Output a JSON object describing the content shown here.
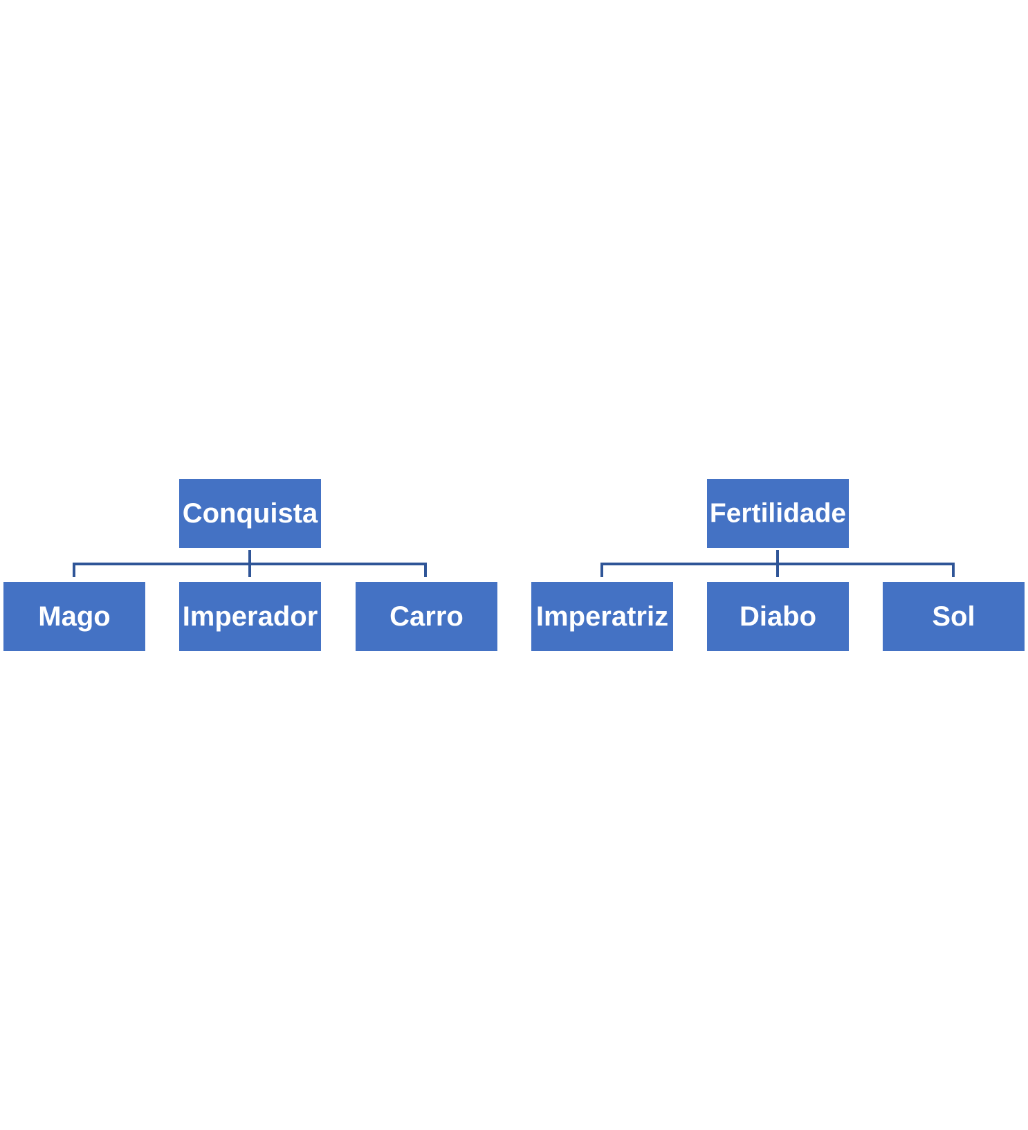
{
  "colors": {
    "box_fill": "#4472C4",
    "box_text": "#FFFFFF",
    "connector": "#2F5597",
    "background": "#FFFFFF"
  },
  "trees": [
    {
      "root": "Conquista",
      "children": [
        "Mago",
        "Imperador",
        "Carro"
      ]
    },
    {
      "root": "Fertilidade",
      "children": [
        "Imperatriz",
        "Diabo",
        "Sol"
      ]
    }
  ]
}
